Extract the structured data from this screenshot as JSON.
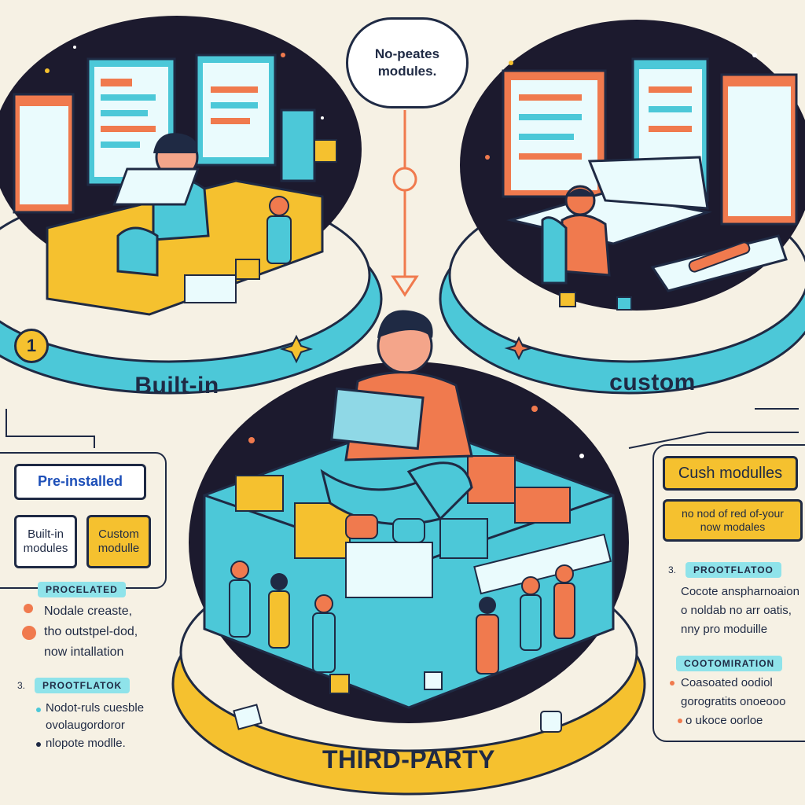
{
  "top_bubble": {
    "text": "No-peates modules."
  },
  "stages": {
    "built_in": {
      "label": "Built-in",
      "badge": "1"
    },
    "custom": {
      "label": "custom"
    },
    "third_party": {
      "label": "THIRD-PARTY"
    }
  },
  "left_panel": {
    "title": "Pre-installed",
    "box_left": "Built-in modules",
    "box_right": "Custom modulle",
    "section1_pill": "PROCELATED",
    "section1_lines": [
      "Nodale creaste,",
      "tho outstpel-dod,",
      "now intallation"
    ],
    "section2_number": "3.",
    "section2_pill": "PROOTFLATOK",
    "section2_lines": [
      "Nodot-ruls cuesble",
      "ovolaugordoror",
      "nlopote modlle."
    ]
  },
  "right_panel": {
    "title": "Cush modulles",
    "subtitle": "no nod of red of-your now modales",
    "section1_number": "3.",
    "section1_pill": "PROOTFLATOO",
    "section1_lines": [
      "Cocote anspharnoaion",
      "o noldab no arr oatis,",
      "nny pro moduille"
    ],
    "section2_pill": "COOTOMIRATION",
    "section2_lines": [
      "Coasoated oodiol",
      "gorogratits onoeooo",
      "o ukoce oorloe"
    ]
  },
  "colors": {
    "background": "#f6f1e4",
    "navy": "#1f2a44",
    "cyan": "#4cc8d8",
    "yellow": "#f5c12f",
    "orange": "#f07a4e",
    "dark_space": "#1c1a2e"
  }
}
